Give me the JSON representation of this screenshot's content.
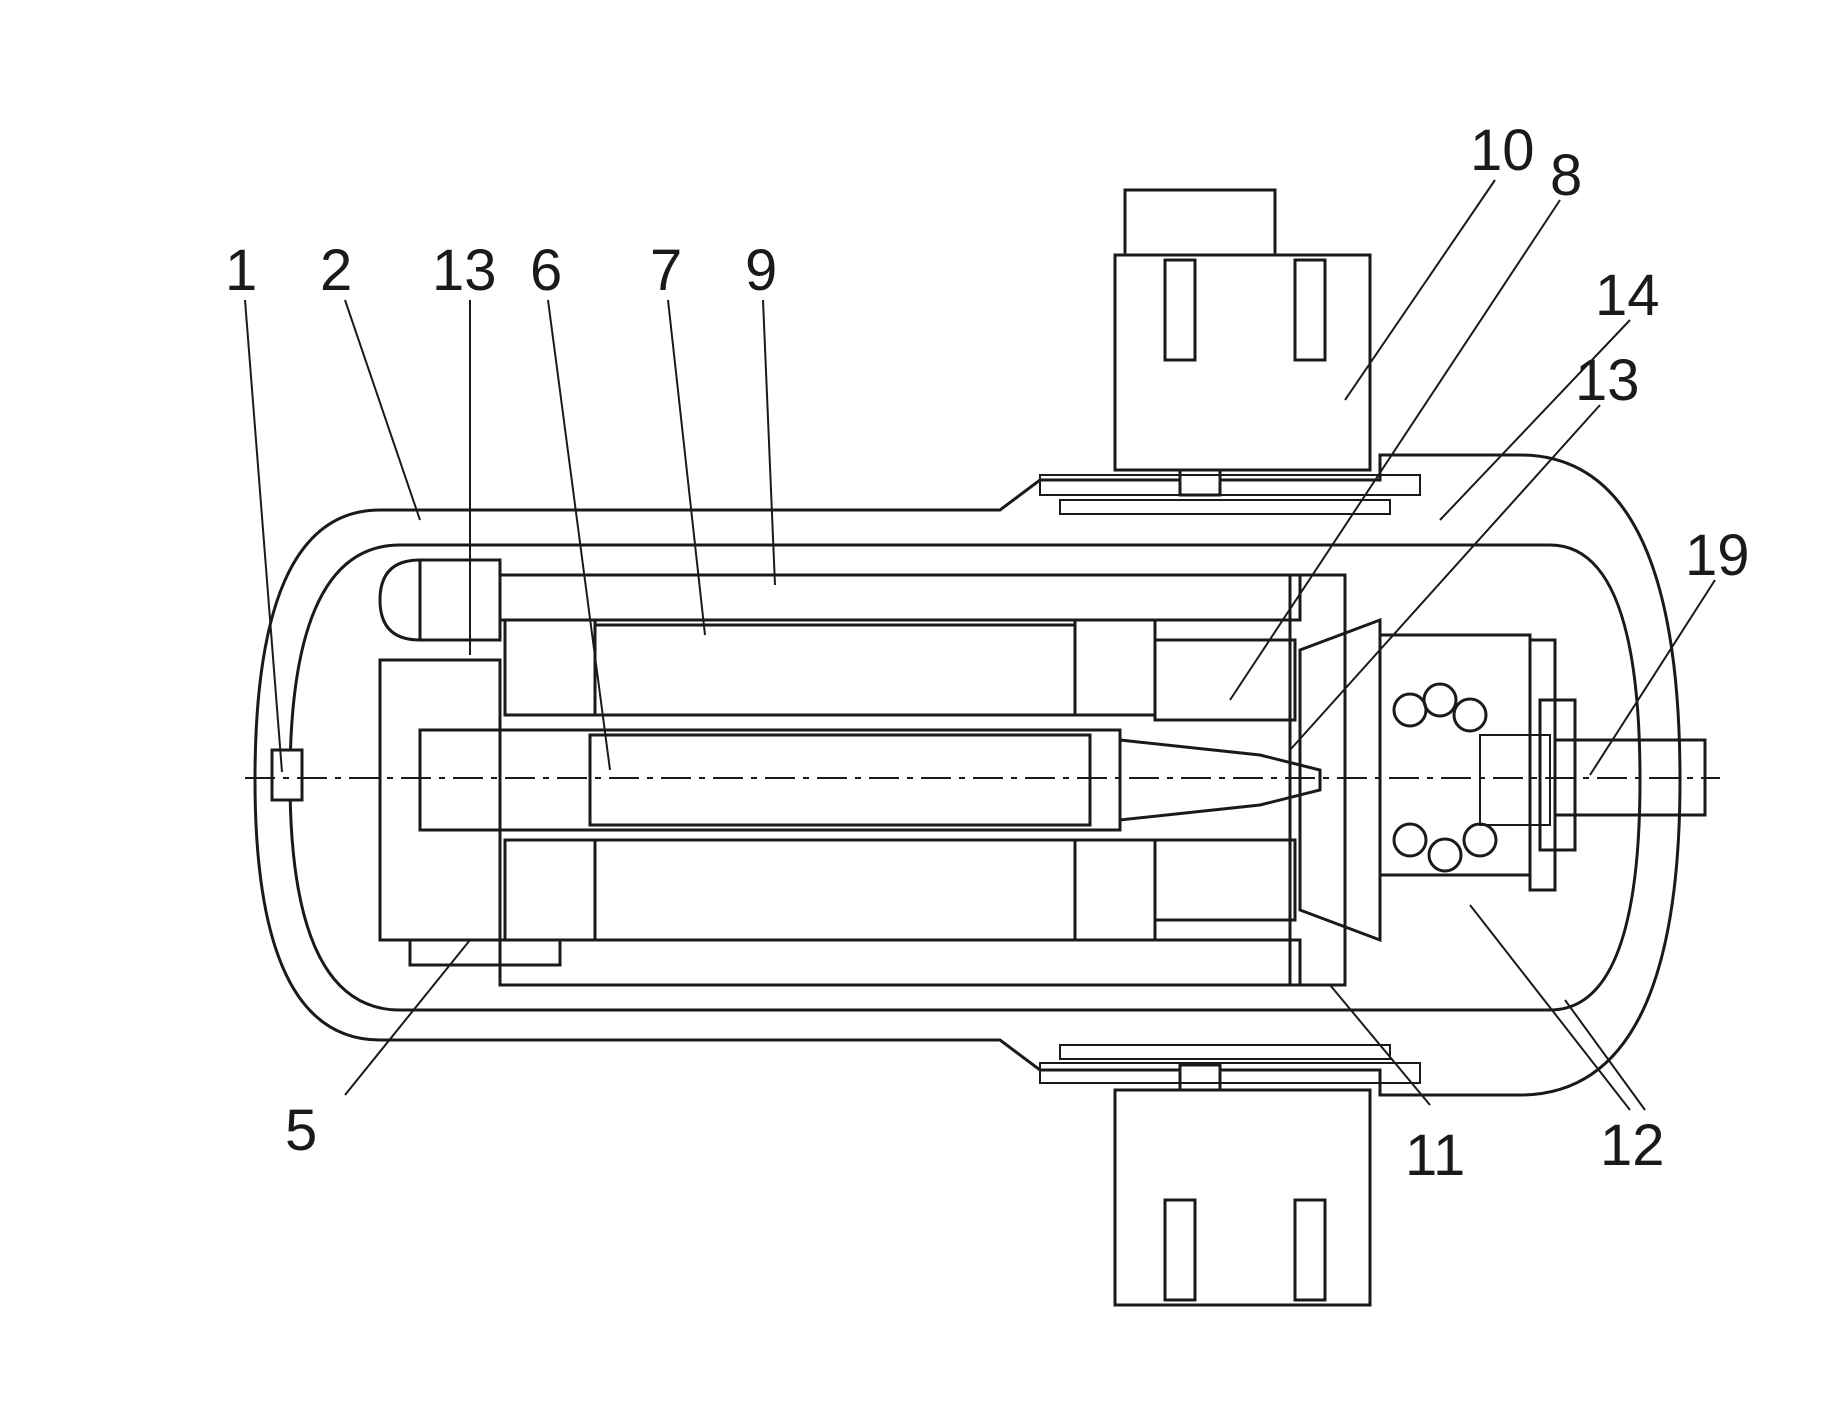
{
  "figure": {
    "labels": [
      {
        "id": "1",
        "text": "1"
      },
      {
        "id": "2",
        "text": "2"
      },
      {
        "id": "13a",
        "text": "13"
      },
      {
        "id": "6",
        "text": "6"
      },
      {
        "id": "7",
        "text": "7"
      },
      {
        "id": "9",
        "text": "9"
      },
      {
        "id": "10",
        "text": "10"
      },
      {
        "id": "8",
        "text": "8"
      },
      {
        "id": "14",
        "text": "14"
      },
      {
        "id": "13b",
        "text": "13"
      },
      {
        "id": "19",
        "text": "19"
      },
      {
        "id": "5",
        "text": "5"
      },
      {
        "id": "11",
        "text": "11"
      },
      {
        "id": "12",
        "text": "12"
      }
    ]
  }
}
